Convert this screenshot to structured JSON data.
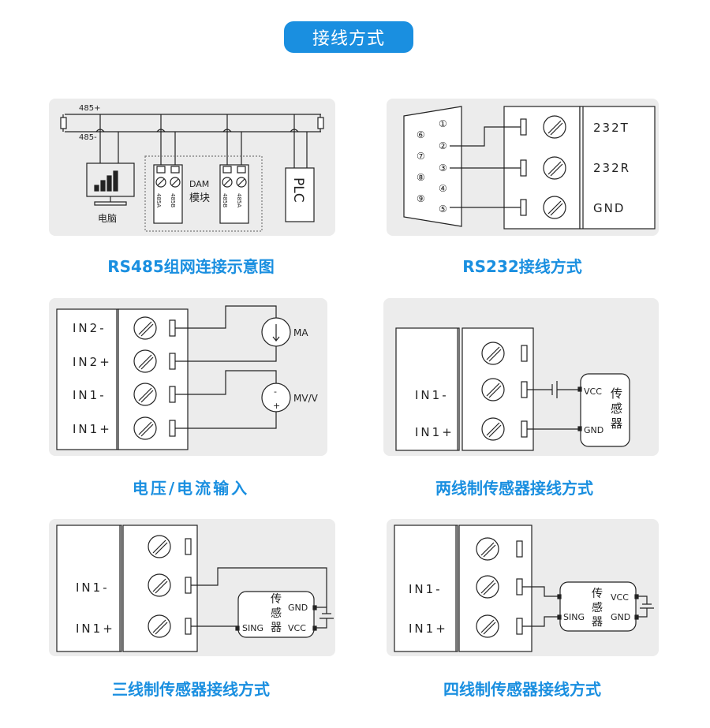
{
  "header": {
    "title": "接线方式"
  },
  "rs485": {
    "caption": "RS485组网连接示意图",
    "bus_plus": "485+",
    "bus_minus": "485-",
    "computer_label": "电脑",
    "dam_label": "DAM",
    "module_label": "模块",
    "pin_a": "485A",
    "pin_b": "485B",
    "plc_label": "PLC"
  },
  "rs232": {
    "caption": "RS232接线方式",
    "pins": [
      "①",
      "②",
      "③",
      "④",
      "⑤",
      "⑥",
      "⑦",
      "⑧",
      "⑨"
    ],
    "terminals": [
      "232T",
      "232R",
      "GND"
    ]
  },
  "voltage_current": {
    "caption": "电压/电流输入",
    "terminals": [
      "IN2-",
      "IN2+",
      "IN1-",
      "IN1+"
    ],
    "ma_label": "MA",
    "mv_label": "MV/V",
    "minus": "-",
    "plus": "+"
  },
  "two_wire": {
    "caption": "两线制传感器接线方式",
    "terminals": [
      "IN1-",
      "IN1+"
    ],
    "vcc": "VCC",
    "gnd": "GND",
    "sensor": [
      "传",
      "感",
      "器"
    ]
  },
  "three_wire": {
    "caption": "三线制传感器接线方式",
    "terminals": [
      "IN1-",
      "IN1+"
    ],
    "gnd": "GND",
    "vcc": "VCC",
    "sing": "SING",
    "sensor": [
      "传",
      "感",
      "器"
    ]
  },
  "four_wire": {
    "caption": "四线制传感器接线方式",
    "terminals": [
      "IN1-",
      "IN1+"
    ],
    "vcc": "VCC",
    "gnd": "GND",
    "sing": "SING",
    "sensor": [
      "传",
      "感",
      "器"
    ]
  }
}
